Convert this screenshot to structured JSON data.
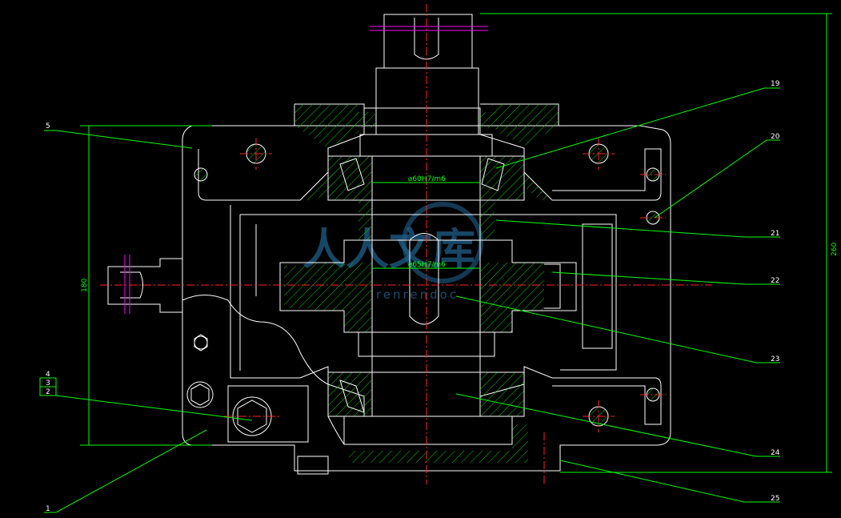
{
  "drawing": {
    "part_numbers": [
      "1",
      "2",
      "3",
      "4",
      "5",
      "19",
      "20",
      "21",
      "22",
      "23",
      "24",
      "25"
    ],
    "dimensions": {
      "overall_height": "260",
      "body_height": "180",
      "bore_upper": "⌀60H7/m6",
      "bore_lower": "⌀65H7/m6"
    },
    "watermark": {
      "text": "人人文库",
      "subtext": "renrendoc"
    },
    "colors": {
      "background": "#000000",
      "outline": "#ffffff",
      "dimension": "#00ff00",
      "centerline": "#ff2020",
      "hatch": "#00ff00",
      "bolt_marker": "#ff00ff"
    }
  }
}
